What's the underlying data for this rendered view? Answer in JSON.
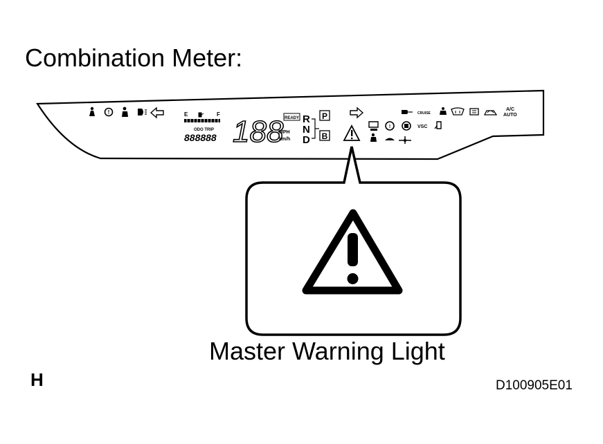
{
  "title": "Combination Meter:",
  "callout_label": "Master Warning Light",
  "corner_letter": "H",
  "figure_code": "D100905E01",
  "meter": {
    "speed_digits": "188",
    "speed_unit_mph": "MPH",
    "speed_unit_kmh": "km/h",
    "odometer": "888888",
    "odo_label": "ODO TRIP",
    "fuel_e": "E",
    "fuel_f": "F",
    "ready": "READY",
    "shift_r": "R",
    "shift_n": "N",
    "shift_d": "D",
    "shift_p": "P",
    "shift_b": "B",
    "vsc": "VSC",
    "cruise": "CRUISE",
    "ac": "A/C",
    "auto": "AUTO"
  },
  "icons": {
    "master_warning": "warning-triangle-icon"
  }
}
